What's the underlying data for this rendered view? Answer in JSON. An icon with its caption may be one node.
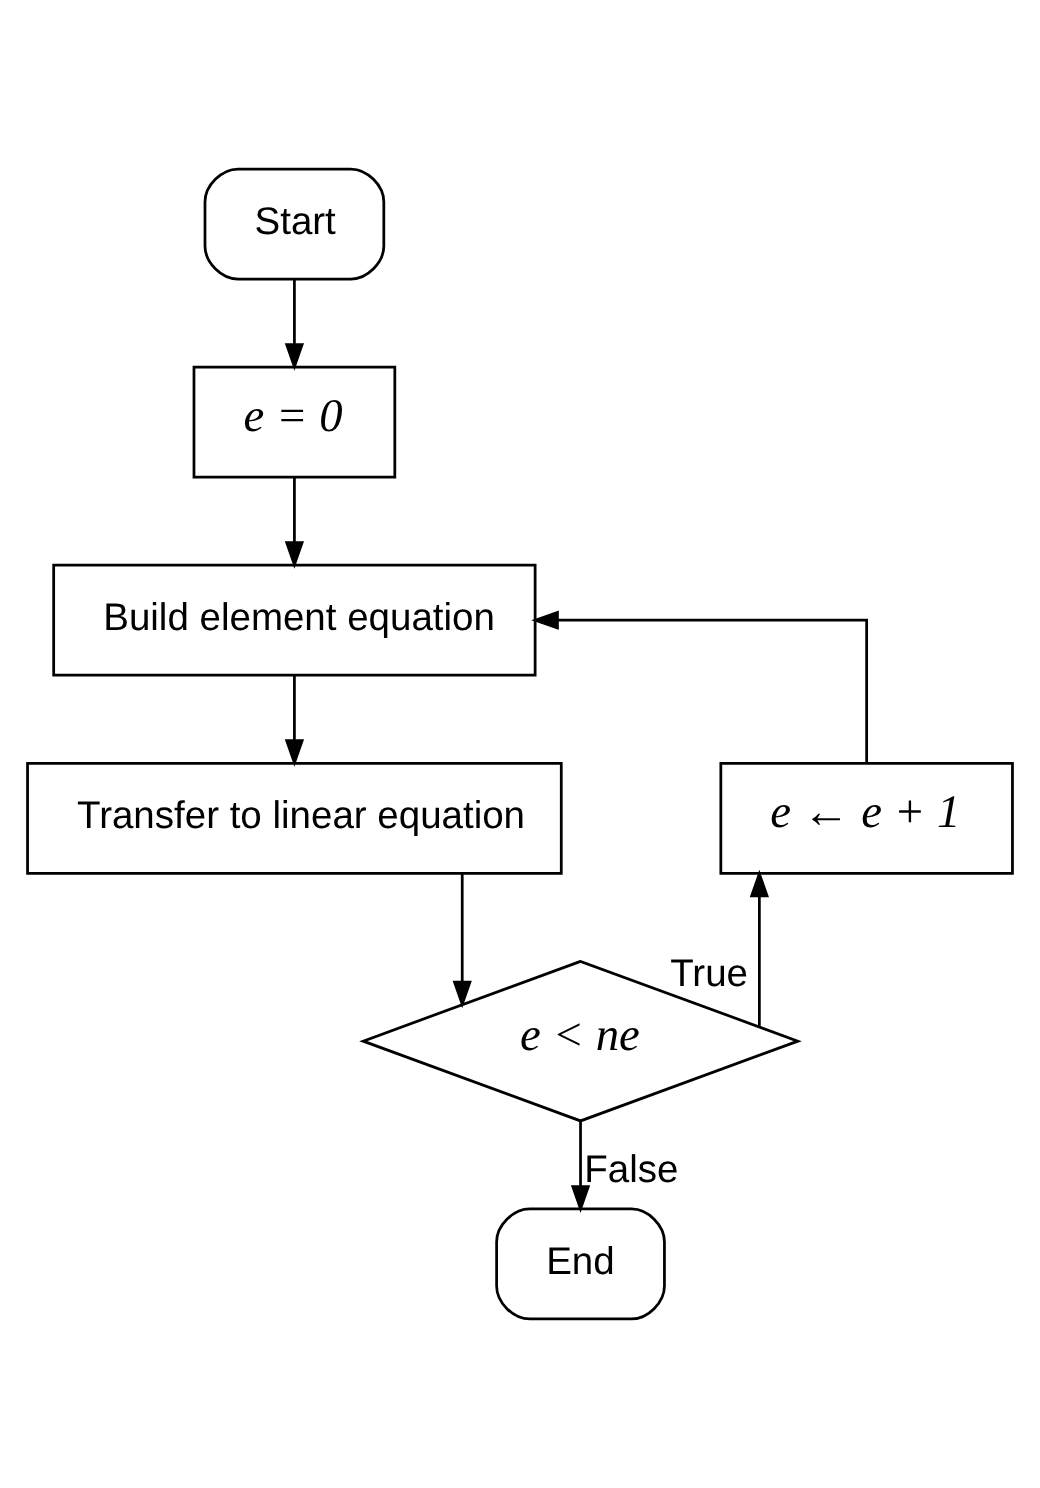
{
  "diagram": {
    "nodes": [
      {
        "text": [
          "Start"
        ]
      },
      {
        "text": [
          "e = 0"
        ]
      },
      {
        "text": [
          "Build element equation"
        ]
      },
      {
        "text": [
          "Transfer to linear equation"
        ]
      },
      {
        "text": [
          "e < ne"
        ]
      },
      {
        "text": [
          "e ← e + 1"
        ]
      },
      {
        "text": [
          "End"
        ]
      }
    ],
    "edges": [
      {
        "from": 0,
        "to": 1,
        "arrow": "to"
      },
      {
        "from": 1,
        "to": 2,
        "arrow": "to"
      },
      {
        "from": 2,
        "to": 3,
        "arrow": "to"
      },
      {
        "from": 3,
        "to": 4,
        "arrow": "to"
      },
      {
        "from": 4,
        "to": 5,
        "arrow": "to",
        "label": "True"
      },
      {
        "from": 5,
        "to": 2,
        "arrow": "to"
      },
      {
        "from": 4,
        "to": 6,
        "arrow": "to",
        "label": "False"
      }
    ]
  }
}
